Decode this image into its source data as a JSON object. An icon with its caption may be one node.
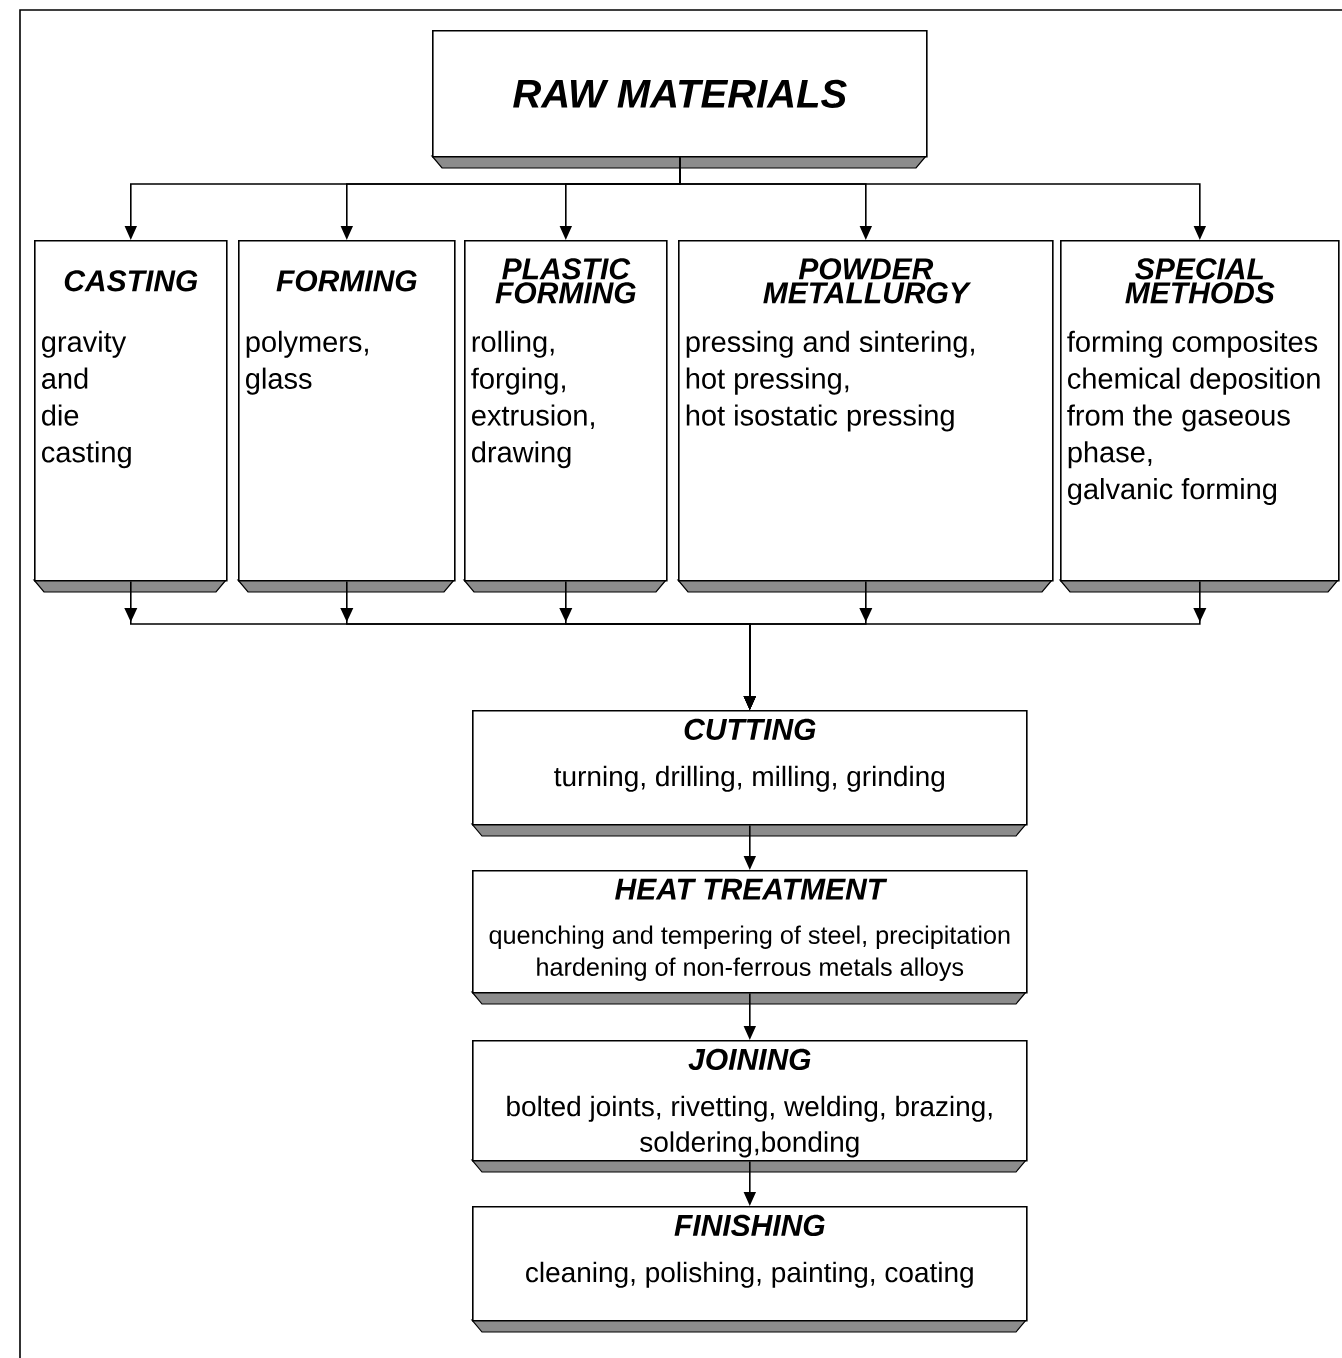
{
  "diagram": {
    "nodes": [
      {
        "text": [
          "RAW MATERIALS"
        ]
      },
      {
        "text": [
          "CASTING",
          "gravity and die casting"
        ]
      },
      {
        "text": [
          "FORMING",
          "polymers, glass"
        ]
      },
      {
        "text": [
          "PLASTIC FORMING",
          "rolling, forging, extrusion, drawing"
        ]
      },
      {
        "text": [
          "POWDER METALLURGY",
          "pressing and sintering,",
          "hot pressing,",
          "hot isostatic pressing"
        ]
      },
      {
        "text": [
          "SPECIAL METHODS",
          "forming composites",
          "chemical deposition from the gaseous phase,",
          "galvanic forming"
        ]
      },
      {
        "text": [
          "CUTTING",
          "turning, drilling, milling, grinding"
        ]
      },
      {
        "text": [
          "HEAT TREATMENT",
          "quenching and tempering of steel, precipitation hardening of non-ferrous metals alloys"
        ]
      },
      {
        "text": [
          "JOINING",
          "bolted joints, rivetting, welding, brazing, soldering,bonding"
        ]
      },
      {
        "text": [
          "FINISHING",
          "cleaning, polishing, painting, coating"
        ]
      }
    ],
    "edges": [
      {
        "from": 0,
        "to": 1,
        "arrow": "to"
      },
      {
        "from": 0,
        "to": 2,
        "arrow": "to"
      },
      {
        "from": 0,
        "to": 3,
        "arrow": "to"
      },
      {
        "from": 0,
        "to": 4,
        "arrow": "to"
      },
      {
        "from": 0,
        "to": 5,
        "arrow": "to"
      },
      {
        "from": 1,
        "to": 6,
        "arrow": "to"
      },
      {
        "from": 2,
        "to": 6,
        "arrow": "to"
      },
      {
        "from": 3,
        "to": 6,
        "arrow": "to"
      },
      {
        "from": 4,
        "to": 6,
        "arrow": "to"
      },
      {
        "from": 5,
        "to": 6,
        "arrow": "to"
      },
      {
        "from": 6,
        "to": 7,
        "arrow": "to"
      },
      {
        "from": 7,
        "to": 8,
        "arrow": "to"
      },
      {
        "from": 8,
        "to": 9,
        "arrow": "to"
      }
    ]
  }
}
